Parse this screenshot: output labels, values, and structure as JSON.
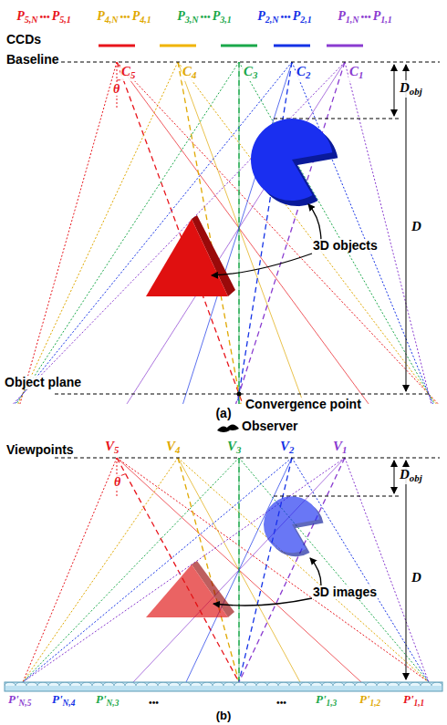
{
  "diagram": {
    "labels": [
      "P",
      "5,N",
      "•••",
      "P",
      "5,1",
      "P",
      "4,N",
      "•••",
      "P",
      "4,1",
      "P",
      "3,N",
      "•••",
      "P",
      "3,1",
      "P",
      "2,N",
      "•••",
      "P",
      "2,1",
      "P",
      "1,N",
      "•••",
      "P",
      "1,1",
      "CCDs",
      "Baseline",
      "C",
      "5",
      "C",
      "4",
      "C",
      "3",
      "C",
      "2",
      "C",
      "1",
      "θ",
      "D",
      "obj",
      "D",
      "3D objects",
      "Object plane",
      "Convergence point",
      "(a)",
      "Observer",
      "Viewpoints",
      "V",
      "5",
      "V",
      "4",
      "V",
      "3",
      "V",
      "2",
      "V",
      "1",
      "θ",
      "D",
      "obj",
      "D",
      "3D images",
      "P'",
      "N,5",
      "P'",
      "N,4",
      "P'",
      "N,3",
      "•••",
      "•••",
      "P'",
      "1,3",
      "P'",
      "1,2",
      "P'",
      "1,1",
      "(b)"
    ]
  }
}
